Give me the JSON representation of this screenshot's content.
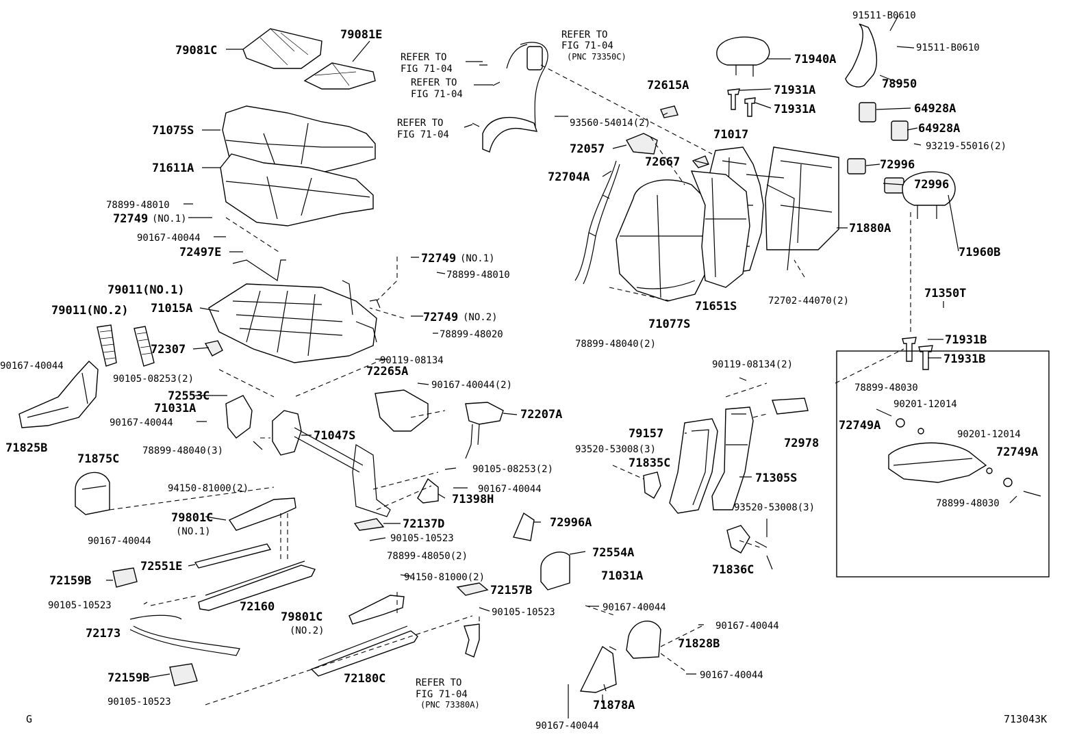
{
  "diagram": {
    "corner_left": "G",
    "corner_right": "713043K",
    "labels": [
      "79081C",
      "79081E",
      "REFER TO",
      "FIG 71-04",
      "REFER TO",
      "FIG 71-04",
      "(PNC 73350C)",
      "REFER TO",
      "FIG 71-04",
      "REFER TO",
      "FIG 71-04",
      "91511-B0610",
      "91511-B0610",
      "71940A",
      "71931A",
      "71931A",
      "78950",
      "72615A",
      "93560-54014(2)",
      "71075S",
      "71611A",
      "71017",
      "64928A",
      "64928A",
      "93219-55016(2)",
      "72057",
      "72667",
      "72996",
      "72996",
      "72704A",
      "78899-48010",
      "72749",
      "(NO.1)",
      "90167-40044",
      "72497E",
      "71880A",
      "72749",
      "(NO.1)",
      "78899-48010",
      "71960B",
      "79011(NO.1)",
      "79011(NO.2)",
      "71015A",
      "72749",
      "(NO.2)",
      "78899-48020",
      "71651S",
      "72702-44070(2)",
      "71350T",
      "71077S",
      "78899-48040(2)",
      "71931B",
      "71931B",
      "72307",
      "90119-08134",
      "90167-40044",
      "90105-08253(2)",
      "72265A",
      "90167-40044(2)",
      "72553C",
      "71031A",
      "90167-40044",
      "71825B",
      "90119-08134(2)",
      "78899-48030",
      "90201-12014",
      "72749A",
      "72207A",
      "79157",
      "72978",
      "90201-12014",
      "72749A",
      "71047S",
      "78899-48040(3)",
      "93520-53008(3)",
      "71835C",
      "71875C",
      "94150-81000(2)",
      "90105-08253(2)",
      "71305S",
      "90167-40044",
      "71398H",
      "79801C",
      "(NO.1)",
      "78899-48030",
      "93520-53008(3)",
      "72137D",
      "90105-10523",
      "72996A",
      "90167-40044",
      "78899-48050(2)",
      "72554A",
      "72551E",
      "71031A",
      "94150-81000(2)",
      "72159B",
      "72157B",
      "71836C",
      "90105-10523",
      "90167-40044",
      "72160",
      "90105-10523",
      "79801C",
      "(NO.2)",
      "90167-40044",
      "72173",
      "71828B",
      "REFER TO",
      "FIG 71-04",
      "(PNC 73380A)",
      "72159B",
      "72180C",
      "90167-40044",
      "90105-10523",
      "71878A",
      "90167-40044"
    ]
  }
}
